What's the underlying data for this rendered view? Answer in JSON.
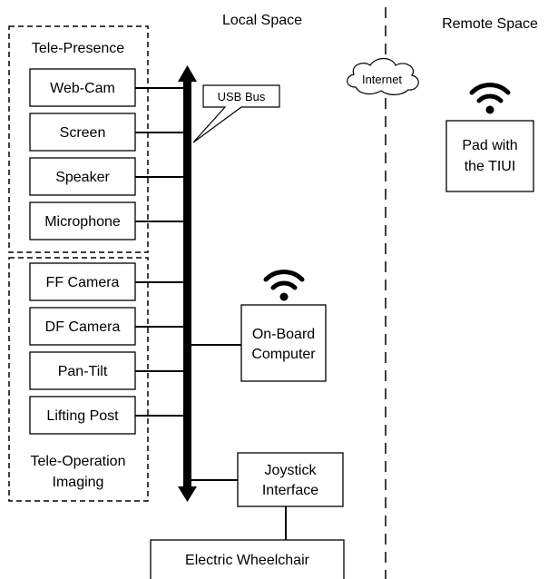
{
  "regions": {
    "local": "Local Space",
    "remote": "Remote Space"
  },
  "groups": {
    "telepresence": "Tele-Presence",
    "teleoperation_line1": "Tele-Operation",
    "teleoperation_line2": "Imaging"
  },
  "devices": {
    "telepresence": [
      "Web-Cam",
      "Screen",
      "Speaker",
      "Microphone"
    ],
    "teleoperation": [
      "FF Camera",
      "DF Camera",
      "Pan-Tilt",
      "Lifting Post"
    ]
  },
  "bus": {
    "label": "USB Bus"
  },
  "computer": {
    "line1": "On-Board",
    "line2": "Computer"
  },
  "joystick": {
    "line1": "Joystick",
    "line2": "Interface"
  },
  "wheelchair": "Electric Wheelchair",
  "internet": "Internet",
  "pad": {
    "line1": "Pad with",
    "line2": "the TIUI"
  },
  "icons": {
    "wifi": "wifi-icon",
    "cloud": "cloud-icon"
  }
}
